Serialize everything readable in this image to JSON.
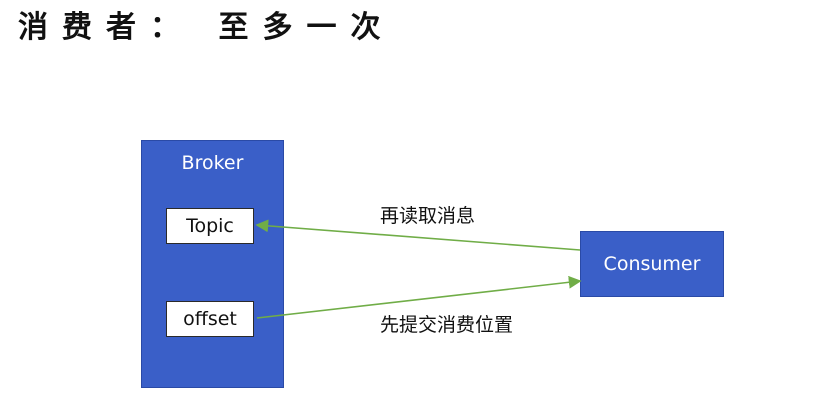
{
  "title": "消费者： 至多一次",
  "diagram": {
    "broker": {
      "label": "Broker",
      "fill": "#3a5fc8",
      "topic_label": "Topic",
      "offset_label": "offset"
    },
    "consumer": {
      "label": "Consumer",
      "fill": "#3a5fc8"
    },
    "edges": [
      {
        "from": "consumer",
        "to": "topic",
        "label": "再读取消息",
        "color": "#70ad47"
      },
      {
        "from": "offset",
        "to": "consumer",
        "label": "先提交消费位置",
        "color": "#70ad47"
      }
    ]
  }
}
